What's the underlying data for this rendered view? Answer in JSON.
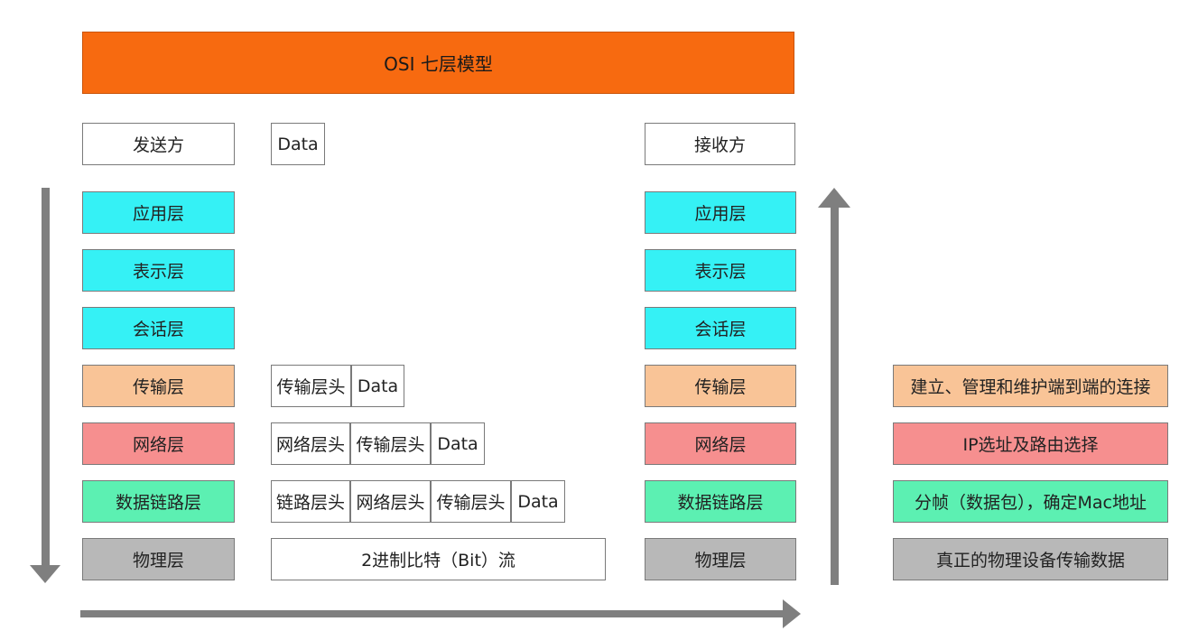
{
  "title": "OSI 七层模型",
  "sender": "发送方",
  "receiver": "接收方",
  "data_label": "Data",
  "layers": [
    {
      "name": "应用层",
      "color": "#35f1f5"
    },
    {
      "name": "表示层",
      "color": "#35f1f5"
    },
    {
      "name": "会话层",
      "color": "#35f1f5"
    },
    {
      "name": "传输层",
      "color": "#f9c497"
    },
    {
      "name": "网络层",
      "color": "#f68f8f"
    },
    {
      "name": "数据链路层",
      "color": "#5cf0b2"
    },
    {
      "name": "物理层",
      "color": "#b8b8b8"
    }
  ],
  "headers": {
    "transport": "传输层头",
    "network": "网络层头",
    "link": "链路层头"
  },
  "bitstream": "2进制比特（Bit）流",
  "descriptions": {
    "transport": "建立、管理和维护端到端的连接",
    "network": "IP选址及路由选择",
    "link": "分帧（数据包），确定Mac地址",
    "physical": "真正的物理设备传输数据"
  }
}
